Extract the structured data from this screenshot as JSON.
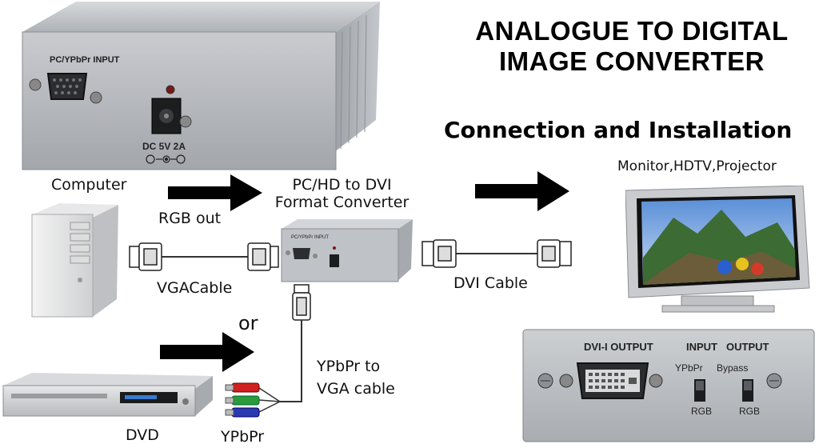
{
  "title_line1": "ANALOGUE TO DIGITAL",
  "title_line2": "IMAGE CONVERTER",
  "subtitle": "Connection and Installation",
  "labels": {
    "computer": "Computer",
    "rgb_out": "RGB out",
    "converter_line1": "PC/HD to DVI",
    "converter_line2": "Format Converter",
    "monitor": "Monitor,HDTV,Projector",
    "vga_cable": "VGACable",
    "dvi_cable": "DVI Cable",
    "or": "or",
    "ypbpr_vga_line1": "YPbPr to",
    "ypbpr_vga_line2": "VGA cable",
    "dvd": "DVD",
    "ypbpr": "YPbPr"
  },
  "device_top": {
    "input_label": "PC/YPbPr INPUT",
    "power_label": "DC 5V 2A"
  },
  "small_device": {
    "input_label": "PC/YPbPr INPUT"
  },
  "back_panel": {
    "dvi_output": "DVI-I OUTPUT",
    "input": "INPUT",
    "output": "OUTPUT",
    "ypbpr": "YPbPr",
    "bypass": "Bypass",
    "rgb_left": "RGB",
    "rgb_right": "RGB"
  },
  "colors": {
    "panel_gray": "#b9bcc0",
    "arrow": "#000000",
    "connector_red": "#d02020",
    "connector_green": "#2a9a3a",
    "connector_blue": "#2a3ab0"
  }
}
